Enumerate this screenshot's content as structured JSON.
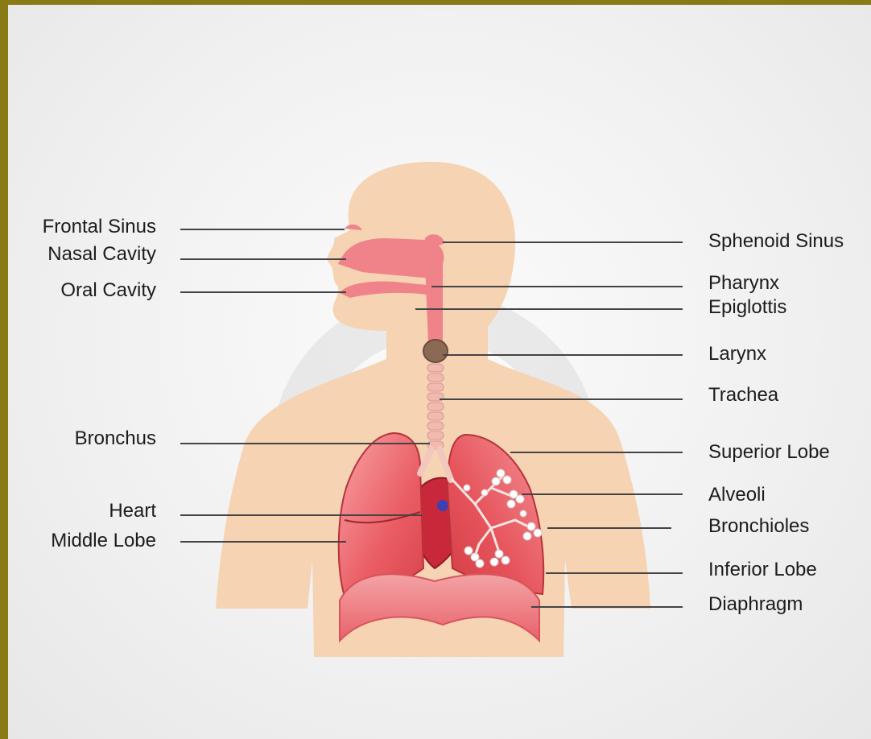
{
  "labels_left": {
    "frontal_sinus": "Frontal Sinus",
    "nasal_cavity": "Nasal Cavity",
    "oral_cavity": "Oral Cavity",
    "bronchus": "Bronchus",
    "heart": "Heart",
    "middle_lobe": "Middle Lobe"
  },
  "labels_right": {
    "sphenoid_sinus": "Sphenoid Sinus",
    "pharynx": "Pharynx",
    "epiglottis": "Epiglottis",
    "larynx": "Larynx",
    "trachea": "Trachea",
    "superior_lobe": "Superior Lobe",
    "alveoli": "Alveoli",
    "bronchioles": "Bronchioles",
    "inferior_lobe": "Inferior Lobe",
    "diaphragm": "Diaphragm"
  },
  "colors": {
    "frame": "#8a7a16",
    "skin": "#f5d3b3",
    "lung": "#e8545c",
    "airway": "#f08a90",
    "leader": "#444444"
  }
}
